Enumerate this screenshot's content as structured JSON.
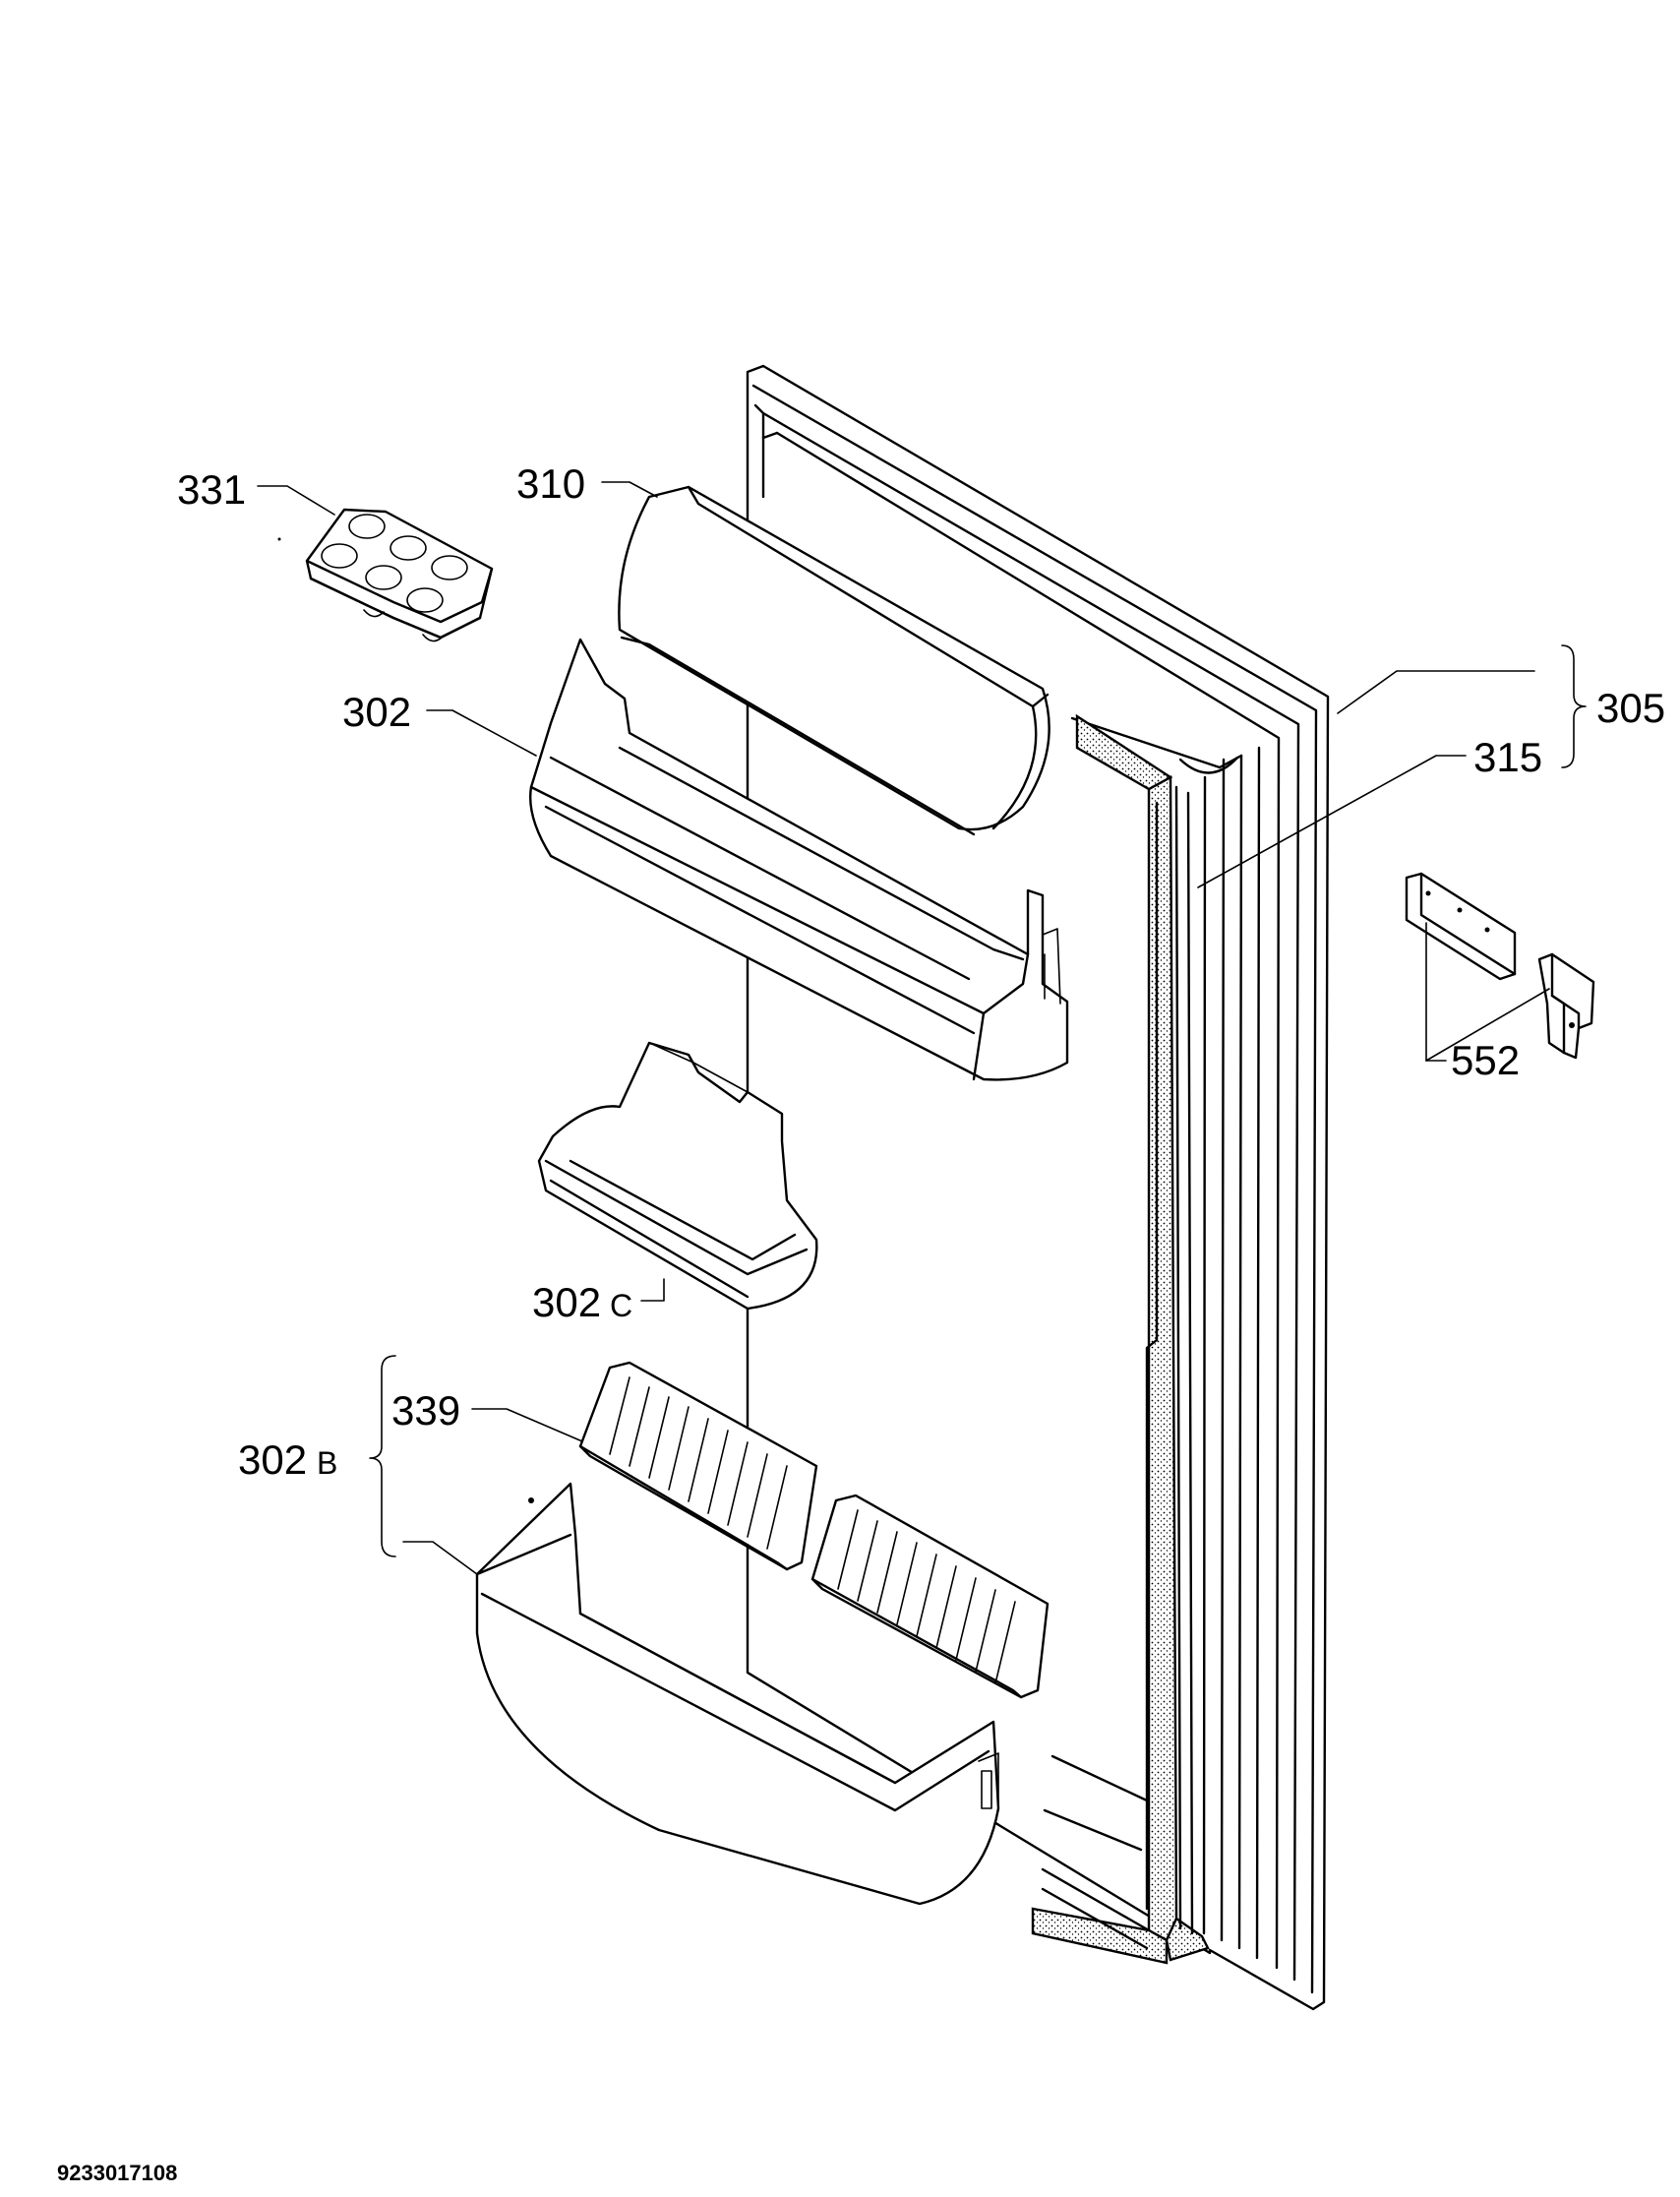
{
  "labels": {
    "p331": "331",
    "p310": "310",
    "p302": "302",
    "p305": "305",
    "p315": "315",
    "p552": "552",
    "p302c_num": "302",
    "p302c_suffix": "C",
    "p339": "339",
    "p302b_num": "302",
    "p302b_suffix": "B"
  },
  "document_number": "9233017108"
}
